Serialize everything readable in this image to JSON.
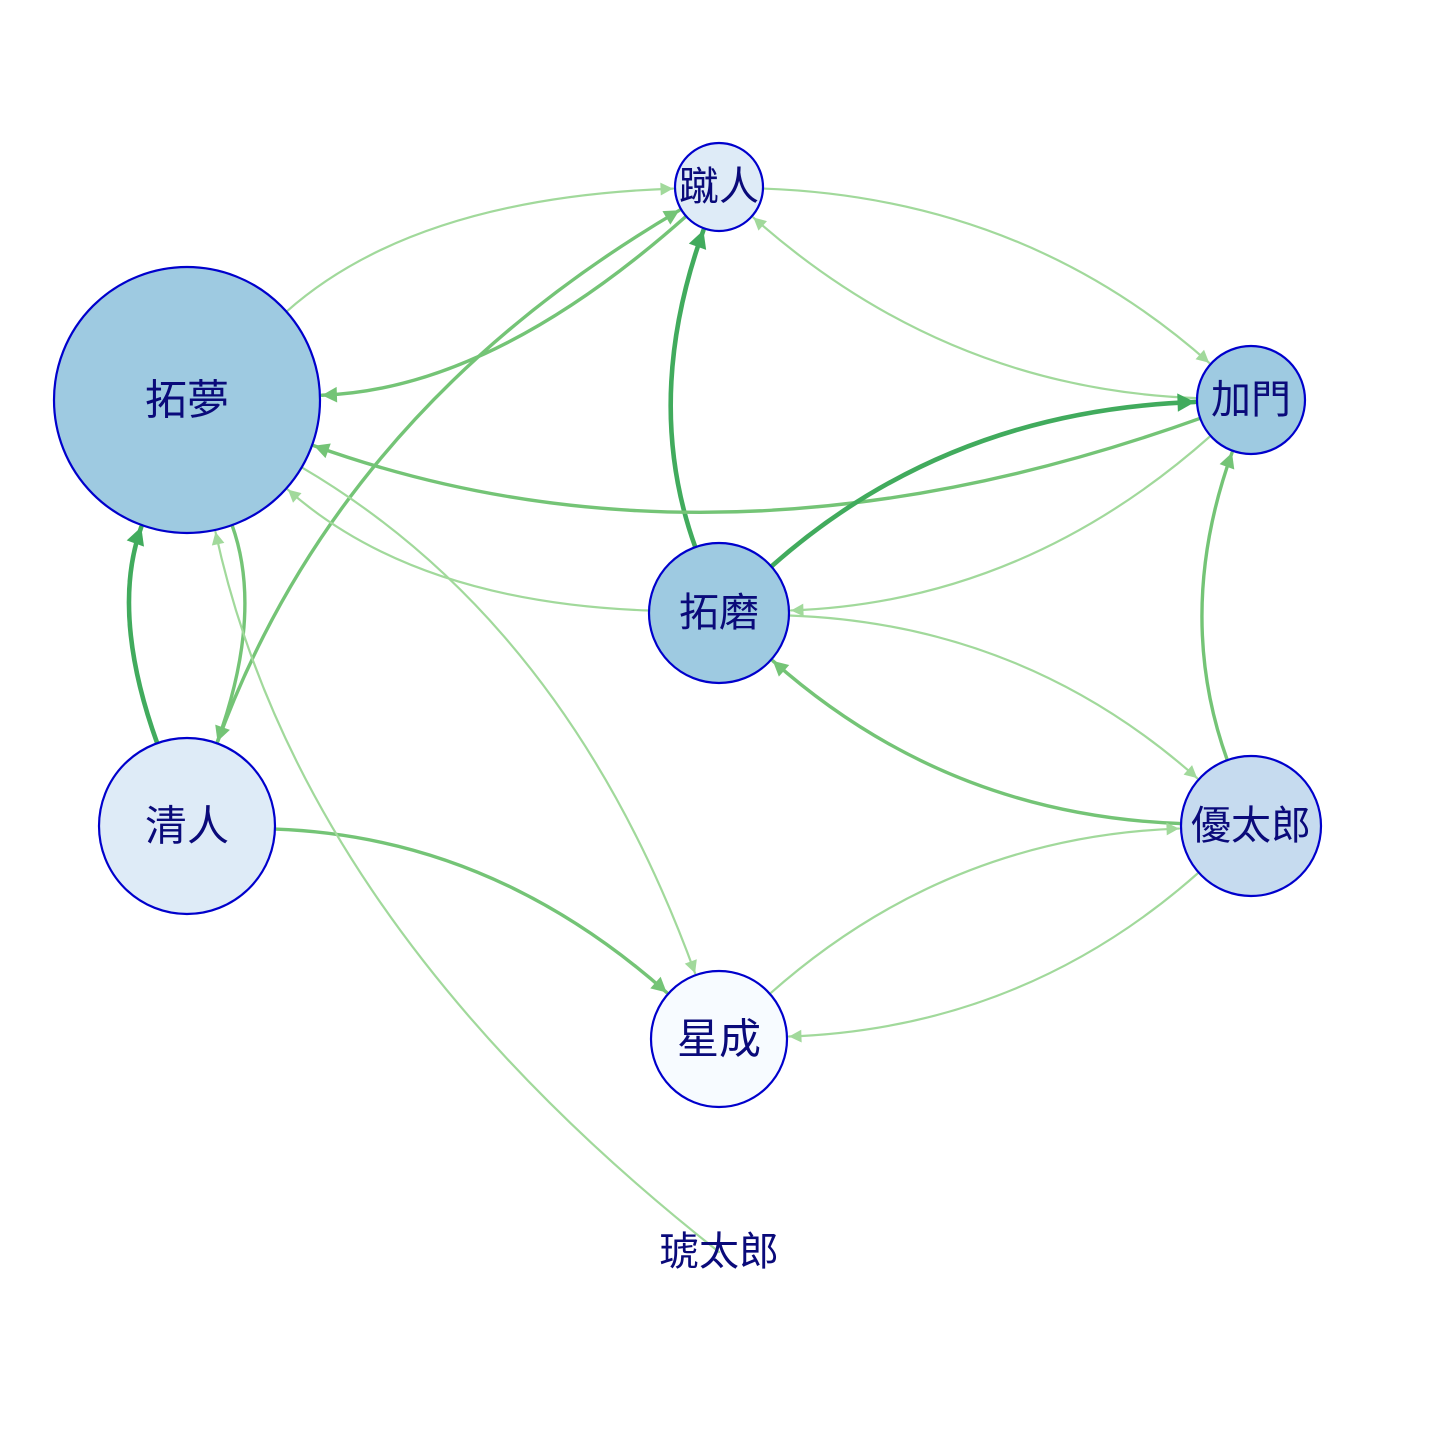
{
  "nodes": [
    {
      "id": "kakuto",
      "label": "蹴人",
      "fill": "#deebf7"
    },
    {
      "id": "takumu",
      "label": "拓夢",
      "fill": "#9ecae1"
    },
    {
      "id": "kamon",
      "label": "加門",
      "fill": "#9ecae1"
    },
    {
      "id": "takuma",
      "label": "拓磨",
      "fill": "#9ecae1"
    },
    {
      "id": "kiyoto",
      "label": "清人",
      "fill": "#deebf7"
    },
    {
      "id": "yutaro",
      "label": "優太郎",
      "fill": "#c6dbef"
    },
    {
      "id": "seina",
      "label": "星成",
      "fill": "#f7fbff"
    },
    {
      "id": "kotaro",
      "label": "琥太郎",
      "fill": "none"
    }
  ],
  "edges": [
    {
      "from": "takumu",
      "to": "kakuto",
      "weight": 1
    },
    {
      "from": "kakuto",
      "to": "takumu",
      "weight": 2
    },
    {
      "from": "kiyoto",
      "to": "kakuto",
      "weight": 2
    },
    {
      "from": "takuma",
      "to": "kakuto",
      "weight": 3
    },
    {
      "from": "kakuto",
      "to": "kamon",
      "weight": 1
    },
    {
      "from": "kamon",
      "to": "kakuto",
      "weight": 1
    },
    {
      "from": "kamon",
      "to": "takumu",
      "weight": 2
    },
    {
      "from": "takuma",
      "to": "takumu",
      "weight": 1
    },
    {
      "from": "takuma",
      "to": "kamon",
      "weight": 3
    },
    {
      "from": "kamon",
      "to": "takuma",
      "weight": 1
    },
    {
      "from": "kiyoto",
      "to": "takumu",
      "weight": 3
    },
    {
      "from": "takumu",
      "to": "kiyoto",
      "weight": 2
    },
    {
      "from": "yutaro",
      "to": "kamon",
      "weight": 2
    },
    {
      "from": "yutaro",
      "to": "takuma",
      "weight": 2
    },
    {
      "from": "takuma",
      "to": "yutaro",
      "weight": 1
    },
    {
      "from": "takumu",
      "to": "seina",
      "weight": 1
    },
    {
      "from": "kiyoto",
      "to": "seina",
      "weight": 2
    },
    {
      "from": "yutaro",
      "to": "seina",
      "weight": 1
    },
    {
      "from": "seina",
      "to": "yutaro",
      "weight": 1
    },
    {
      "from": "kotaro",
      "to": "takumu",
      "weight": 1
    }
  ],
  "colors": {
    "node_stroke": "#0000cc",
    "label": "#0a0a7a",
    "edge_weight_1": "#a1d99b",
    "edge_weight_2": "#74c476",
    "edge_weight_3": "#41ab5d"
  }
}
